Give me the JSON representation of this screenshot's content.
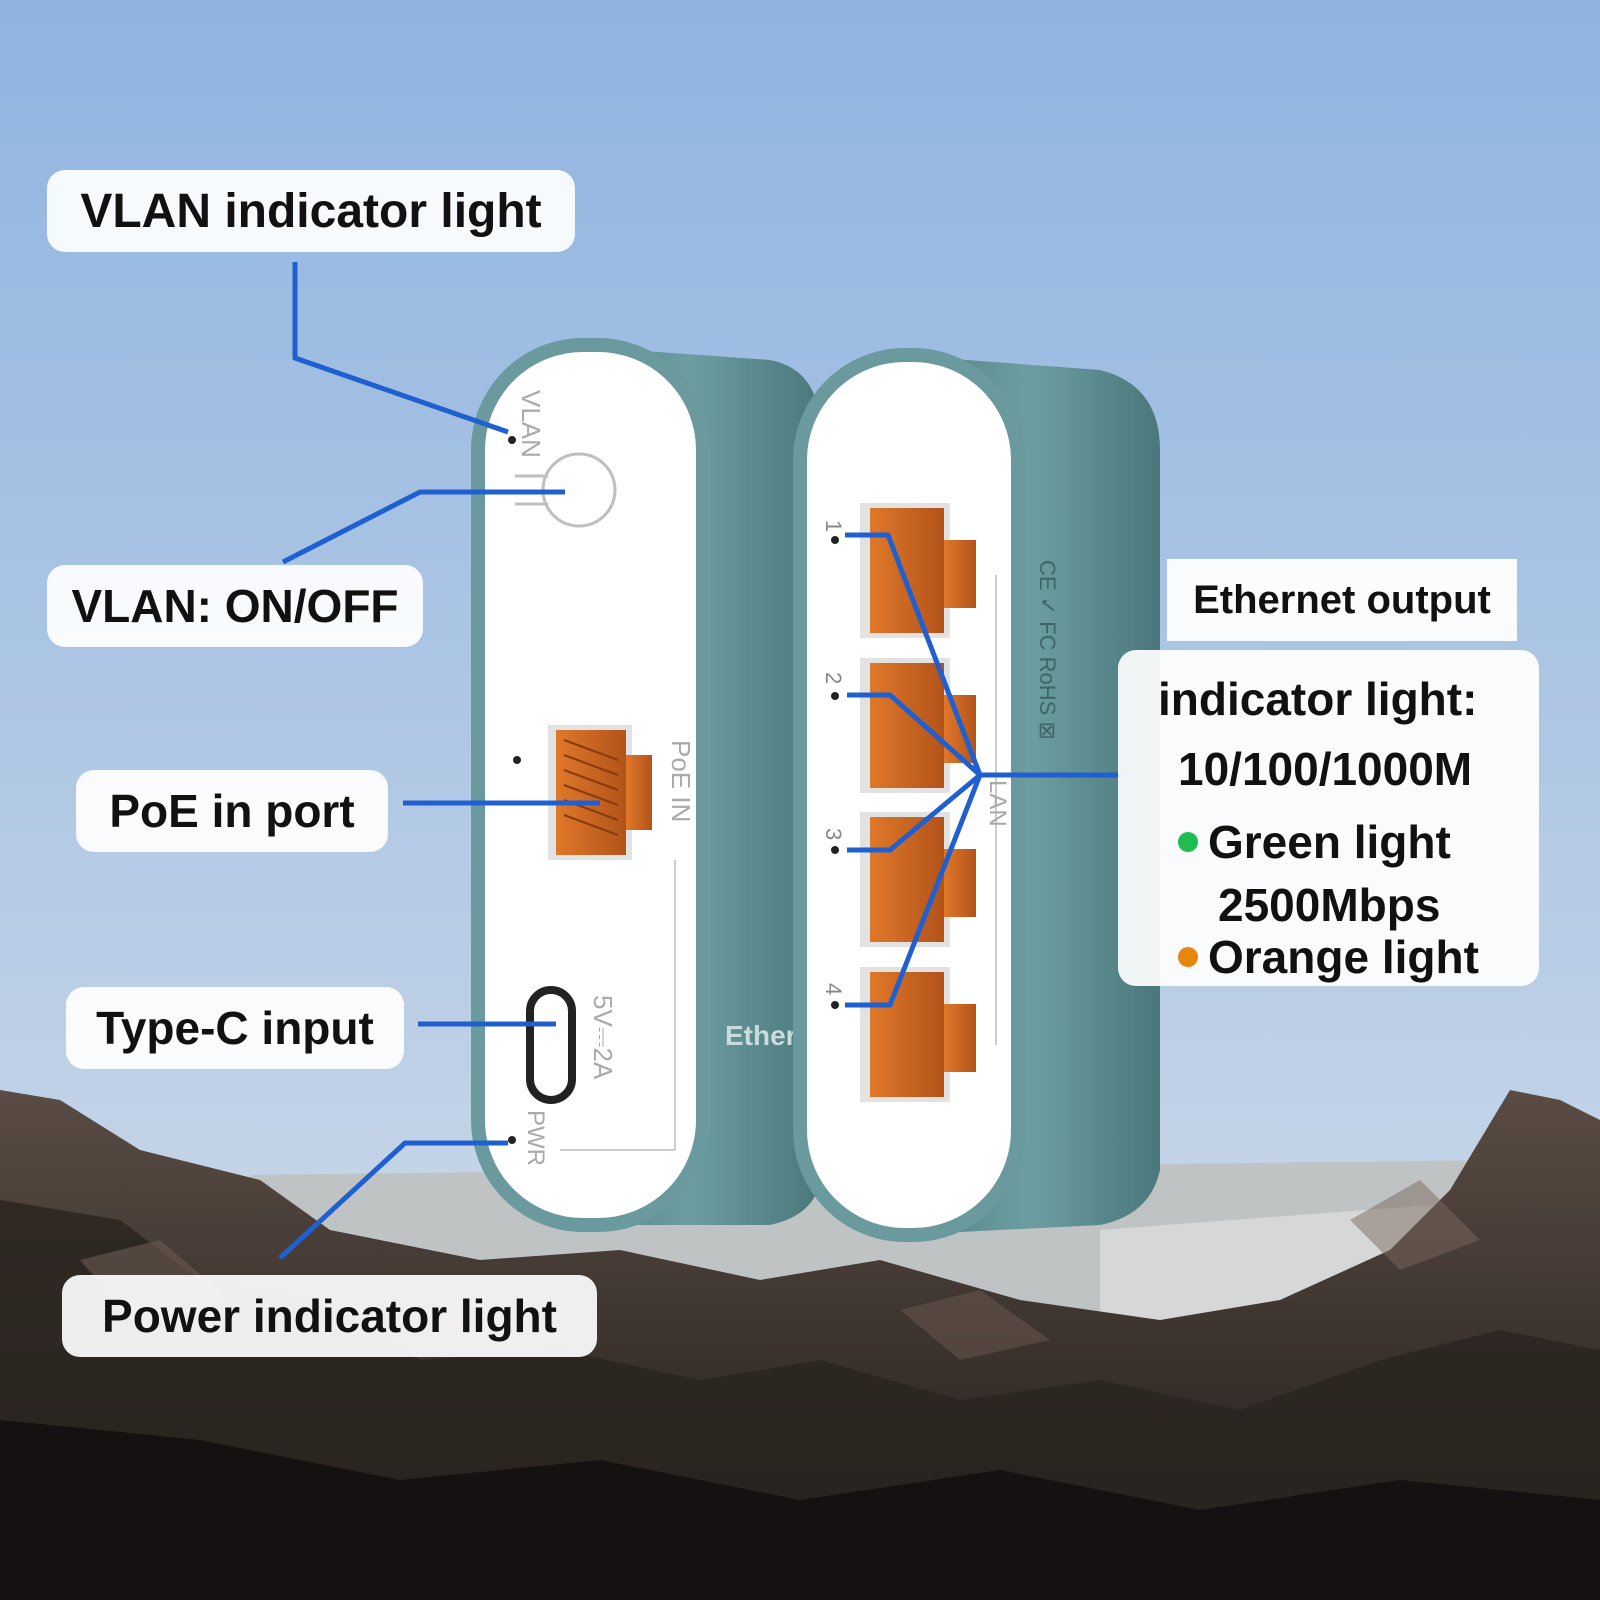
{
  "callouts": {
    "vlan_light": "VLAN indicator light",
    "vlan_switch": "VLAN: ON/OFF",
    "poe_port": "PoE in port",
    "typec": "Type-C input",
    "power_light": "Power indicator light",
    "ethernet_output": "Ethernet output"
  },
  "legend": {
    "title": "indicator light:",
    "speeds": "10/100/1000M",
    "green_label": "Green light",
    "green_rate": "2500Mbps",
    "orange_label": "Orange light",
    "green_color": "#1ebd4f",
    "orange_color": "#e8850f"
  },
  "device_left": {
    "vlan_label": "VLAN",
    "poe_label": "PoE IN",
    "power_spec": "5V⎓2A",
    "pwr_label": "PWR",
    "brand_partial": "Etherne"
  },
  "device_right": {
    "port_numbers": [
      "1",
      "2",
      "3",
      "4"
    ],
    "lan_label": "LAN",
    "cert_text": "CE ✓ FC RoHS ⊠"
  },
  "colors": {
    "leader_line": "#1f5fd0",
    "device_body": "#5f8f92",
    "device_face": "#ffffff",
    "port_copper": "#d2691e",
    "sky_top": "#8fb4e0",
    "sky_bottom": "#c9d8e8"
  }
}
